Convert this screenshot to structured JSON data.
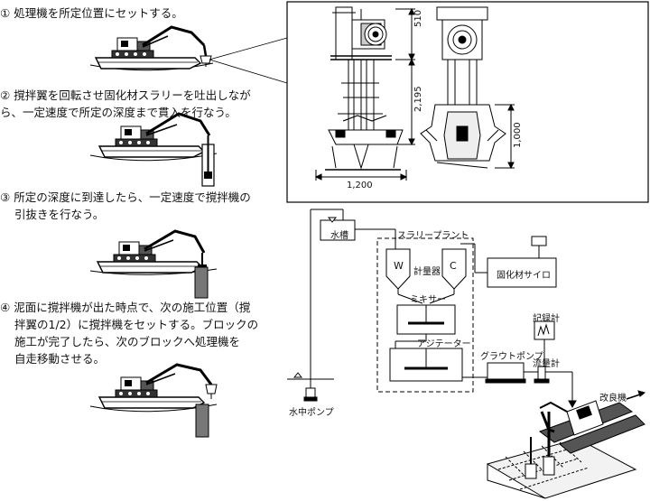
{
  "steps": [
    {
      "num": "①",
      "lines": [
        "処理機を所定位置にセットする。"
      ]
    },
    {
      "num": "②",
      "lines": [
        "撹拌翼を回転させ固化材スラリーを吐出しなが",
        "ら、一定速度で所定の深度まで貫入を行なう。"
      ]
    },
    {
      "num": "③",
      "lines": [
        "所定の深度に到達したら、一定速度で撹拌機の",
        "引抜きを行なう。"
      ]
    },
    {
      "num": "④",
      "lines": [
        "泥面に撹拌機が出た時点で、次の施工位置（撹",
        "拌翼の1/2）に撹拌機をセットする。ブロックの",
        "施工が完了したら、次のブロックへ処理機を",
        "自走移動させる。"
      ]
    }
  ],
  "dimensions": {
    "d510": "510",
    "d2195": "2,195",
    "d1000": "1,000",
    "d1200": "1,200"
  },
  "plant": {
    "water_tank": "水槽",
    "slurry_plant": "スラリープラント",
    "w": "W",
    "metering": "計量器",
    "c": "C",
    "mixer": "ミキサー",
    "agitator": "アジテーター",
    "silo": "固化材サイロ",
    "recorder": "記録計",
    "grout_pump": "グラウトポンプ",
    "flowmeter": "流量計",
    "submersible_pump": "水中ポンプ",
    "improver": "改良機"
  }
}
